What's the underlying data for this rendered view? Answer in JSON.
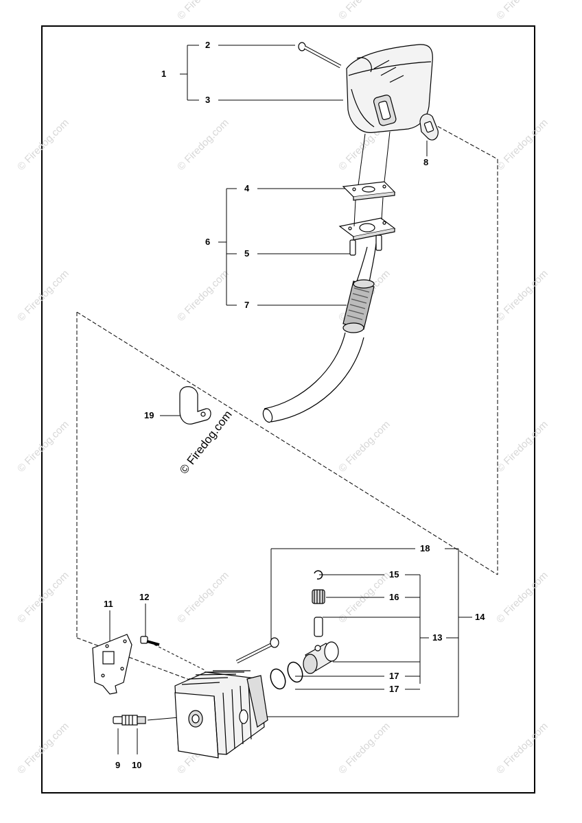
{
  "watermark": "© Firedog.com",
  "center_watermark": "© Firedog.com",
  "callouts": {
    "c1": "1",
    "c2": "2",
    "c3": "3",
    "c4": "4",
    "c5": "5",
    "c6": "6",
    "c7": "7",
    "c8": "8",
    "c9": "9",
    "c10": "10",
    "c11": "11",
    "c12": "12",
    "c13": "13",
    "c14": "14",
    "c15": "15",
    "c16": "16",
    "c17a": "17",
    "c17b": "17",
    "c18": "18",
    "c19": "19"
  }
}
